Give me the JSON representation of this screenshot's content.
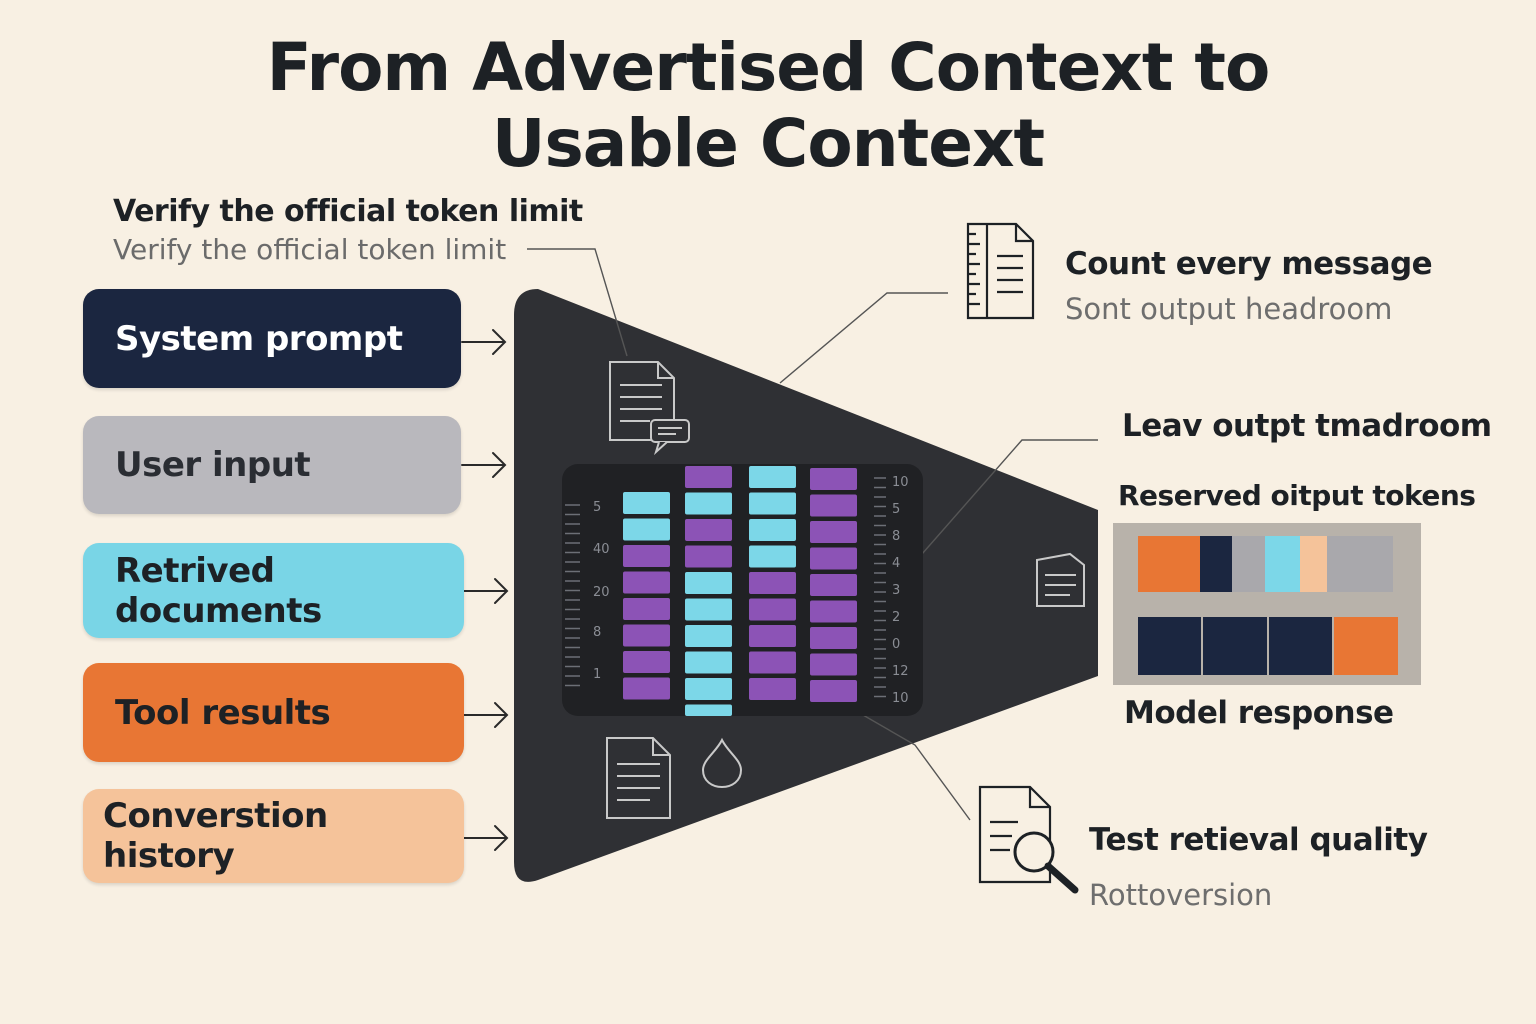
{
  "title": {
    "line1": "From Advertised Context to",
    "line2": "Usable Context"
  },
  "top_note": {
    "heading": "Verify the official token limit",
    "subtext": "Verify the official token limit"
  },
  "inputs": [
    {
      "label": "System prompt",
      "color": "#1b2640",
      "text_color": "#ffffff"
    },
    {
      "label": "User input",
      "color": "#b9b8bd",
      "text_color": "#2a2d33"
    },
    {
      "label": "Retrived documents",
      "color": "#79d5e6",
      "text_color": "#1d2125"
    },
    {
      "label": "Tool results",
      "color": "#e87634",
      "text_color": "#1d2125"
    },
    {
      "label": "Converstion history",
      "color": "#f5c39a",
      "text_color": "#1d2125"
    }
  ],
  "annotations": {
    "count": {
      "heading": "Count every message",
      "subtext": "Sont output headroom"
    },
    "leave": {
      "heading": "Leav outpt tmadroom"
    },
    "reserved": {
      "heading": "Reserved oitput tokens"
    },
    "model": {
      "heading": "Model response"
    },
    "test": {
      "heading": "Test retieval quality",
      "subtext": "Rottoversion"
    }
  },
  "token_meter": {
    "left_ticks": [
      "5",
      "40",
      "20",
      "8",
      "1"
    ],
    "right_ticks": [
      "10",
      "5",
      "8",
      "4",
      "3",
      "2",
      "0",
      "12",
      "10"
    ],
    "columns": [
      [
        "cyan",
        "cyan",
        "purple",
        "purple",
        "purple",
        "purple",
        "purple",
        "purple"
      ],
      [
        "purple",
        "cyan",
        "purple",
        "purple",
        "cyan",
        "cyan",
        "cyan",
        "cyan",
        "cyan",
        "cyan"
      ],
      [
        "cyan",
        "cyan",
        "cyan",
        "cyan",
        "purple",
        "purple",
        "purple",
        "purple",
        "purple"
      ],
      [
        "purple",
        "purple",
        "purple",
        "purple",
        "purple",
        "purple",
        "purple",
        "purple",
        "purple"
      ]
    ]
  },
  "reserved_blocks": {
    "row1": [
      "orange",
      "navy",
      "gray",
      "cyan",
      "peach",
      "gray"
    ],
    "row2": [
      "navy",
      "navy",
      "navy",
      "orange"
    ]
  },
  "colors": {
    "background": "#f8f0e3",
    "funnel": "#2f3034",
    "panel": "#202124",
    "cyan": "#7cd7e8",
    "purple": "#8c53b6",
    "orange": "#e87634",
    "navy": "#1b2640",
    "gray": "#a9a8ac",
    "peach": "#f5c39a",
    "reserved_panel": "#b8b2aa"
  },
  "icons": {
    "funnel_top": "document-chat-icon",
    "funnel_bottom_left": "document-icon",
    "funnel_bottom_right": "drop-icon",
    "funnel_right": "document-icon",
    "count": "ruler-document-icon",
    "test": "document-search-icon",
    "arrow": "arrow-right-icon"
  }
}
